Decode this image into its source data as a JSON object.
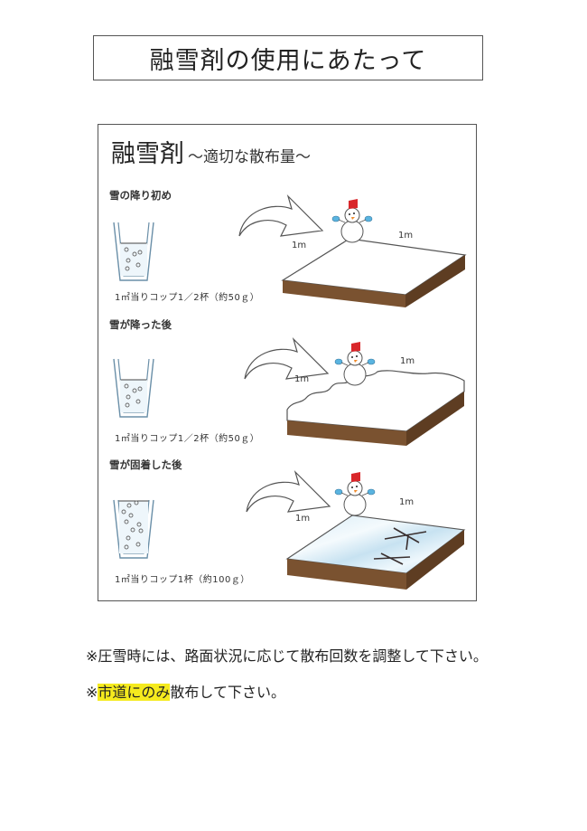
{
  "page": {
    "title": "融雪剤の使用にあたって"
  },
  "figure": {
    "title_main": "融雪剤",
    "title_sub": "～適切な散布量～",
    "dimension_label": "1m",
    "stages": [
      {
        "label": "雪の降り初め",
        "caption": "1㎡当りコップ1／2杯（約50ｇ）",
        "cup_fill": "half",
        "surface": "snow-flat",
        "width_label": "1m",
        "depth_label": "1m"
      },
      {
        "label": "雪が降った後",
        "caption": "1㎡当りコップ1／2杯（約50ｇ）",
        "cup_fill": "half",
        "surface": "snow-deep",
        "width_label": "1m",
        "depth_label": "1m"
      },
      {
        "label": "雪が固着した後",
        "caption": "1㎡当りコップ1杯（約100ｇ）",
        "cup_fill": "full",
        "surface": "ice",
        "width_label": "1m",
        "depth_label": "1m"
      }
    ]
  },
  "notes": [
    {
      "prefix": "※",
      "highlight": "",
      "text": "圧雪時には、路面状況に応じて散布回数を調整して下さい。"
    },
    {
      "prefix": "※",
      "highlight": "市道にのみ",
      "text": "散布して下さい。"
    }
  ],
  "colors": {
    "soil": "#7a5230",
    "soil_dark": "#5e3d22",
    "ice": "#cfe6f3",
    "bucket": "#d9262a",
    "mitten": "#5ab4e0",
    "highlight": "#f5ea1e",
    "border": "#555555"
  },
  "icons": {
    "arrow": "curved-arrow-icon",
    "snowman": "snowman-icon",
    "cup": "cup-icon"
  }
}
